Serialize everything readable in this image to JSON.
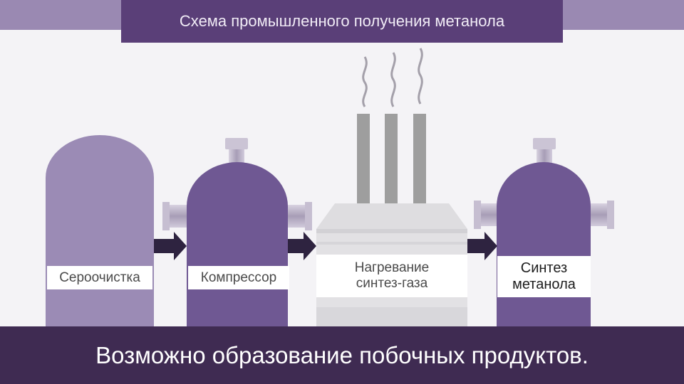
{
  "header": {
    "title": "Схема промышленного получения метанола"
  },
  "stages": [
    {
      "label": "Сероочистка"
    },
    {
      "label": "Компрессор"
    },
    {
      "label_line1": "Нагревание",
      "label_line2": "синтез-газа"
    },
    {
      "label_line1": "Синтез",
      "label_line2": "метанола"
    }
  ],
  "footer": {
    "text": "Возможно образование побочных продуктов."
  },
  "colors": {
    "header_bg": "#5a3f78",
    "accent_light": "#9a89b2",
    "vessel_light": "#9b8bb5",
    "vessel_dark": "#6f5893",
    "footer_bg": "#3f2b52",
    "arrow": "#2e2340"
  }
}
